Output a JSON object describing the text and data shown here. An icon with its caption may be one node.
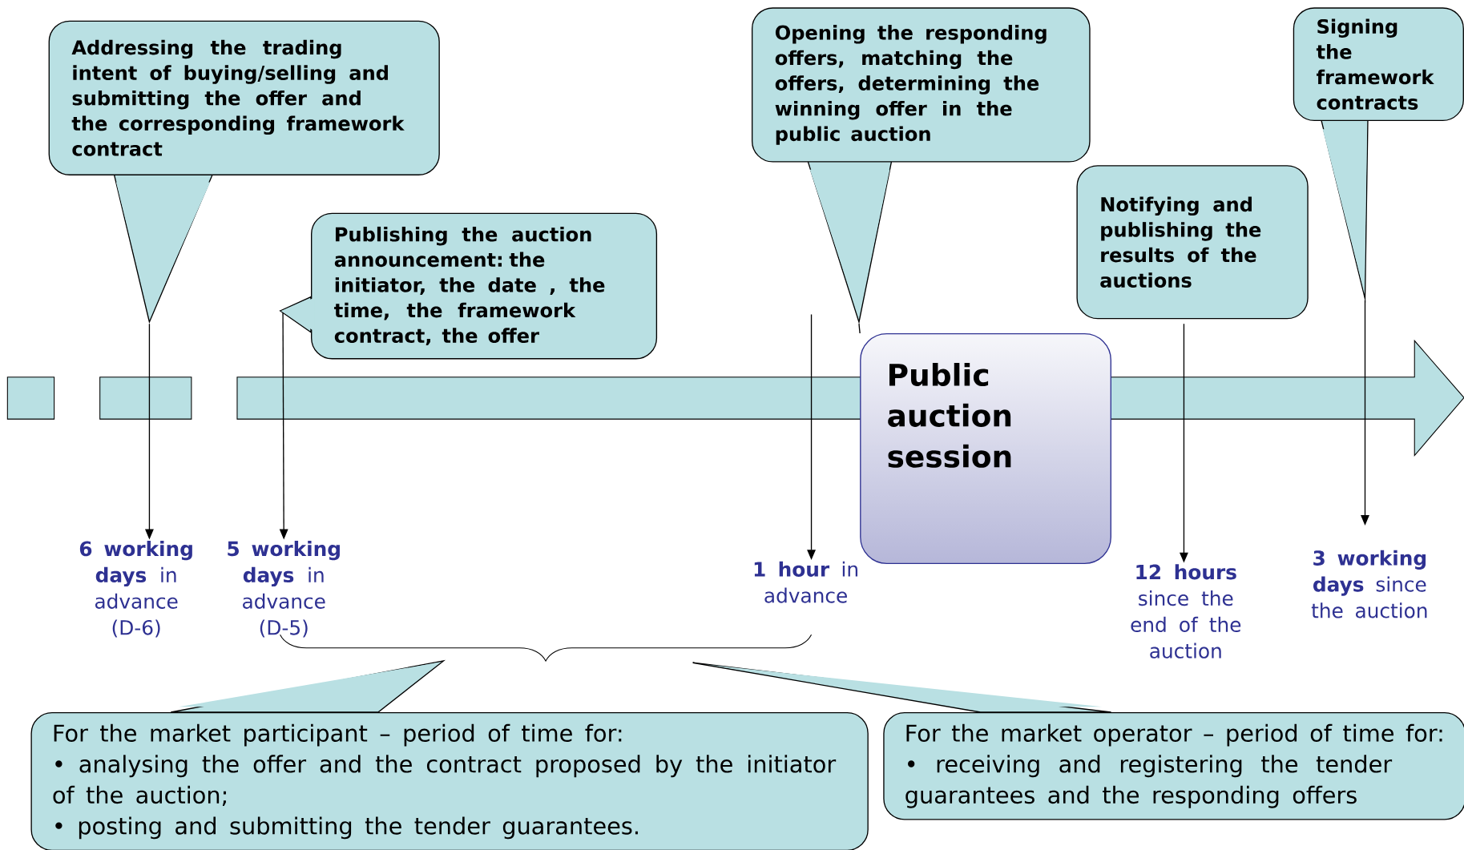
{
  "diagram": {
    "nodes": [
      {
        "text": [
          "Addressing the trading intent of buying/selling and submitting the offer and the corresponding framework contract"
        ]
      },
      {
        "text": [
          "Publishing the auction announcement: the initiator, the date , the time, the framework contract, the offer"
        ]
      },
      {
        "text": [
          "Opening the responding offers, matching the offers, determining the winning offer in the public auction"
        ]
      },
      {
        "text": [
          "Notifying and publishing the results of the auctions"
        ]
      },
      {
        "text": [
          "Signing the framework contracts"
        ]
      },
      {
        "text": [
          "Public auction session"
        ]
      },
      {
        "text": [
          "**6 working days** in advance (D-6)"
        ]
      },
      {
        "text": [
          "**5 working days** in advance (D-5)"
        ]
      },
      {
        "text": [
          "**1 hour** in advance"
        ]
      },
      {
        "text": [
          "**12 hours** since the end of the auction"
        ]
      },
      {
        "text": [
          "**3 working days** since the auction"
        ]
      },
      {
        "text": [
          "For the market participant – period of time for:",
          "• analysing the offer and the contract proposed by the initiator of the auction;",
          "• posting and submitting the tender guarantees."
        ]
      },
      {
        "text": [
          "For the market operator – period of time for:",
          "• receiving and registering the tender guarantees and the responding offers"
        ]
      }
    ],
    "edges": [
      {
        "from": 0,
        "to": 6,
        "arrow": "to"
      },
      {
        "from": 1,
        "to": 7,
        "arrow": "to"
      },
      {
        "from": 2,
        "to": 5,
        "arrow": "none"
      },
      {
        "from": 2,
        "to": 8,
        "arrow": "to"
      },
      {
        "from": 3,
        "to": 9,
        "arrow": "to"
      },
      {
        "from": 4,
        "to": 10,
        "arrow": "to"
      }
    ]
  }
}
